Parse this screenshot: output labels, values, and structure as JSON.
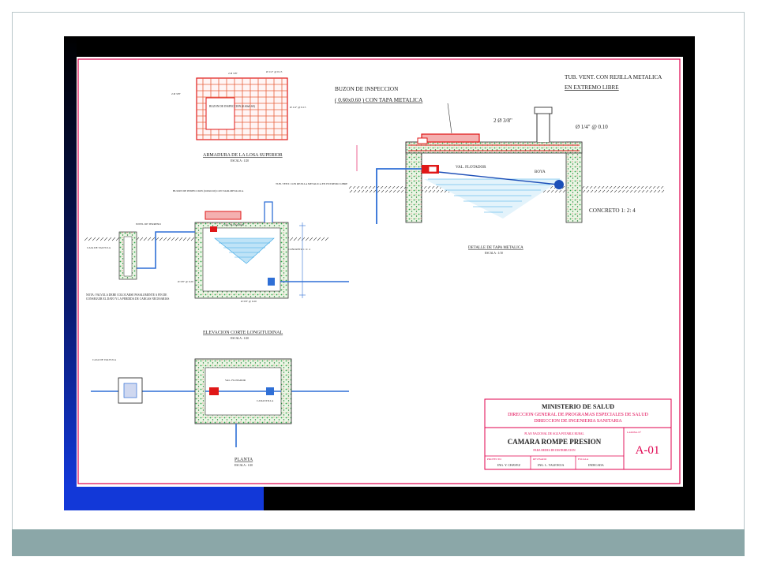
{
  "sheet": {
    "plan_a": {
      "title": "ARMADURA DE LA LOSA SUPERIOR",
      "scale": "ESCALA : 1/20",
      "labels": [
        "BUZON DE INSPECCION (0.60x0.60)",
        "2 Ø 3/8\"",
        "Ø 1/4\" @ 0.15",
        "Ø 1/4\" @ 0.15",
        "2 Ø 3/8\""
      ]
    },
    "elevation": {
      "title": "ELEVACION CORTE LONGITUDINAL",
      "scale": "ESCALA : 1/20",
      "labels": [
        "BUZON DE INSPECCION (0.60x0.60) CON TAPA METALICA",
        "TUB. VENT. CON REJILLA METALICA EN EXTREMO LIBRE",
        "NIVEL DE TERRENO",
        "CAJA DE VALVULA",
        "VAL. FLOTADOR",
        "CONCRETO 1: 2: 4",
        "Ø 3/8\" @ 0.20",
        "Ø 3/8\" @ 0.20",
        "NOTA: VALVULA DEBE COLOCARSE PASALEMENTE A FIN DE CONSEGUIR EL DATO Y LA PERDIDA DE CARGAS NECESARIAS"
      ]
    },
    "detail": {
      "title": "DETALLE DE TAPA METALICA",
      "scale": "ESCALA : 1/10",
      "buzon_label_1": "BUZON DE INSPECCION",
      "buzon_label_2": "( 0.60x0.60 ) CON TAPA METALICA",
      "vent_label_1": "TUB. VENT. CON REJILLA METALICA",
      "vent_label_2": "EN EXTREMO LIBRE",
      "rebar_label": "2 Ø 3/8\"",
      "stirrup_label": "Ø 1/4\" @ 0.10",
      "float_valve": "VAL. FLOTADOR",
      "float": "BOYA",
      "concrete": "CONCRETO 1: 2: 4"
    },
    "plan_b": {
      "title": "PLANTA",
      "scale": "ESCALA : 1/20",
      "labels": [
        "CAJA DE VALVULA",
        "VAL. FLOTADOR",
        "CANASTILLA"
      ]
    },
    "title_block": {
      "ministry": "MINISTERIO DE SALUD",
      "directorate_1": "DIRECCION GENERAL DE PROGRAMAS ESPECIALES DE SALUD",
      "directorate_2": "DIRECCION DE INGENIERIA SANITARIA",
      "plan_name": "PLAN NACIONAL DE AGUA POTABLE RURAL",
      "drawing_title": "CAMARA ROMPE PRESION",
      "drawing_subtitle": "PARA REDES DE DISTRIBUCION",
      "sheet_label": "LAMINA N°",
      "sheet_number": "A-01",
      "proyecto_label": "PROYECTO",
      "proyecto_value": "ING. Y. CHAVEZ",
      "revisado_label": "REVISADO",
      "revisado_value": "ING. L. VALENCIA",
      "escala_label": "ESCALA",
      "escala_value": "INDICADA"
    }
  },
  "colors": {
    "sheet_border": "#e0004e",
    "concrete": "#2fa64a",
    "rebar": "#e01818",
    "water": "#3aa7e6",
    "pipe": "#2f6fd6",
    "valve": "#e01818"
  }
}
